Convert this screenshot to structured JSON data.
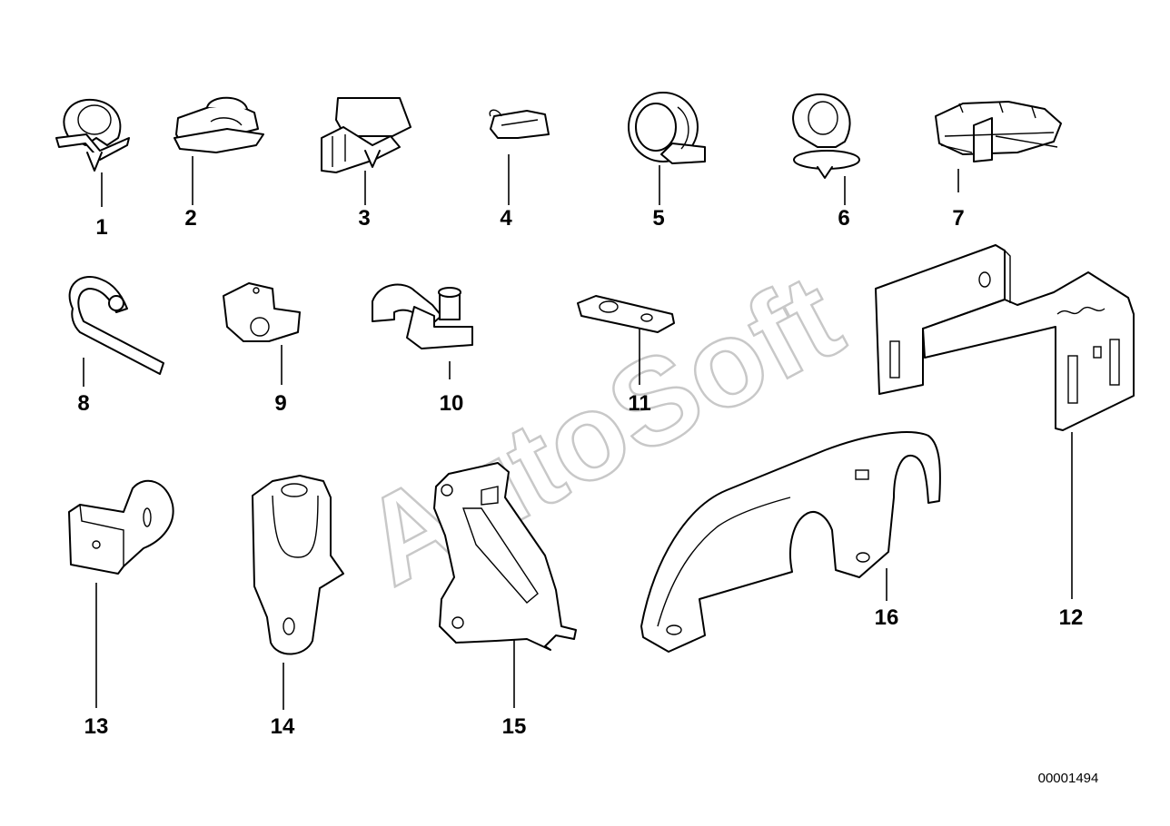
{
  "watermark": "AutoSoft",
  "reference_number": "00001494",
  "parts": [
    {
      "id": "p1",
      "label": "1",
      "icon": "hose-clip-icon"
    },
    {
      "id": "p2",
      "label": "2",
      "icon": "double-clip-icon"
    },
    {
      "id": "p3",
      "label": "3",
      "icon": "bracket-clip-icon"
    },
    {
      "id": "p4",
      "label": "4",
      "icon": "spring-clip-icon"
    },
    {
      "id": "p5",
      "label": "5",
      "icon": "rubber-clamp-icon"
    },
    {
      "id": "p6",
      "label": "6",
      "icon": "push-in-clip-icon"
    },
    {
      "id": "p7",
      "label": "7",
      "icon": "multi-holder-icon"
    },
    {
      "id": "p8",
      "label": "8",
      "icon": "cable-tie-icon"
    },
    {
      "id": "p9",
      "label": "9",
      "icon": "cable-block-icon"
    },
    {
      "id": "p10",
      "label": "10",
      "icon": "clamp-with-bolt-icon"
    },
    {
      "id": "p11",
      "label": "11",
      "icon": "plate-icon"
    },
    {
      "id": "p12",
      "label": "12",
      "icon": "large-bracket-icon"
    },
    {
      "id": "p13",
      "label": "13",
      "icon": "angle-bracket-icon"
    },
    {
      "id": "p14",
      "label": "14",
      "icon": "holder-bracket-icon"
    },
    {
      "id": "p15",
      "label": "15",
      "icon": "support-bracket-icon"
    },
    {
      "id": "p16",
      "label": "16",
      "icon": "arched-holder-icon"
    }
  ]
}
